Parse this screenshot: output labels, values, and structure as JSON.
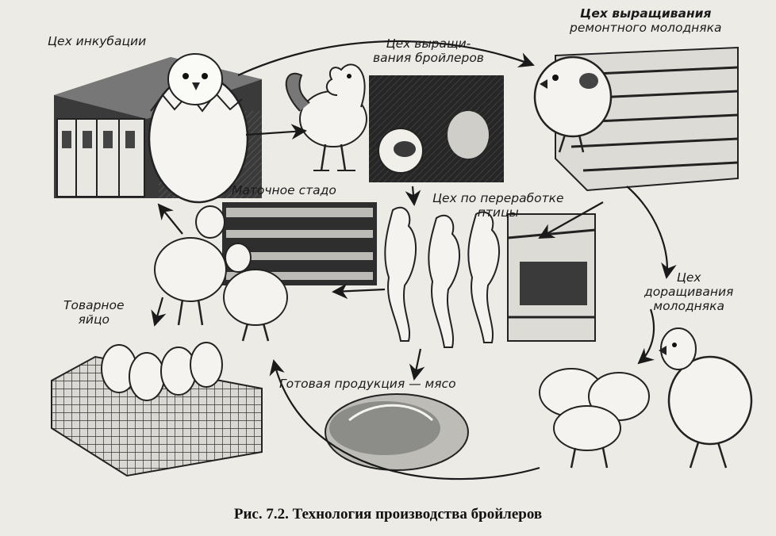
{
  "labels": {
    "incubation": "Цех инкубации",
    "broilers_line1": "Цех выращи-",
    "broilers_line2": "вания бройлеров",
    "rearing_line1": "Цех выращивания",
    "rearing_line2": "ремонтного молодняка",
    "parent_flock": "Маточное стадо",
    "processing_line1": "Цех по переработке",
    "processing_line2": "птицы",
    "growing_line1": "Цех",
    "growing_line2": "доращивания",
    "growing_line3": "молодняка",
    "eggs_line1": "Товарное",
    "eggs_line2": "яйцо",
    "product": "Готовая продукция — мясо"
  },
  "caption": "Рис. 7.2. Технология производства бройлеров",
  "colors": {
    "background": "#ecebe6",
    "ink": "#1a1a1a",
    "dark_fill": "#2a2a2a",
    "mid_fill": "#8c8c88",
    "light_fill": "#f4f3ef"
  },
  "icons": [
    "hatching-chick-icon",
    "rooster-icon",
    "chick-icon",
    "hen-icon",
    "carcass-icon",
    "egg-icon",
    "roast-chicken-icon"
  ]
}
